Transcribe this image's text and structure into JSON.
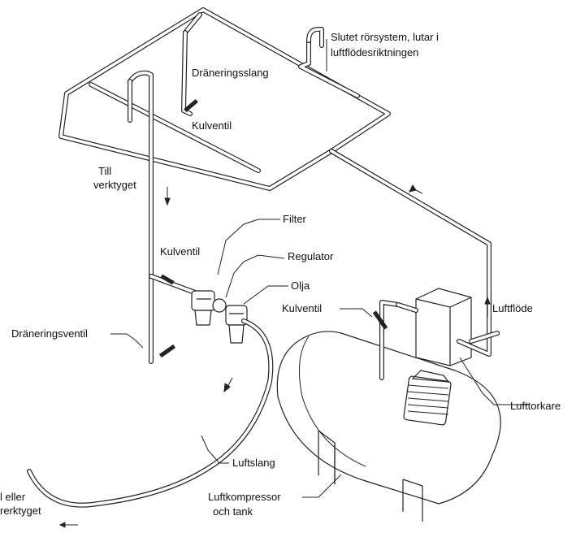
{
  "labels": {
    "closed_loop_line1": "Slutet rörsystem, lutar i",
    "closed_loop_line2": "luftflödesriktningen",
    "drain_hose": "Dräneringsslang",
    "ball_valve_top": "Kulventil",
    "to_tool_line1": "Till",
    "to_tool_line2": "verktyget",
    "filter": "Filter",
    "ball_valve_mid": "Kulventil",
    "regulator": "Regulator",
    "oil": "Olja",
    "ball_valve_tank": "Kulventil",
    "airflow": "Luftflöde",
    "drain_valve": "Dräneringsventil",
    "air_dryer": "Lufttorkare",
    "air_hose": "Luftslang",
    "tool_line1": "l eller",
    "tool_line2": "rerktyget",
    "compressor_line1": "Luftkompressor",
    "compressor_line2": "och tank"
  },
  "colors": {
    "line": "#222222",
    "background": "#ffffff"
  }
}
